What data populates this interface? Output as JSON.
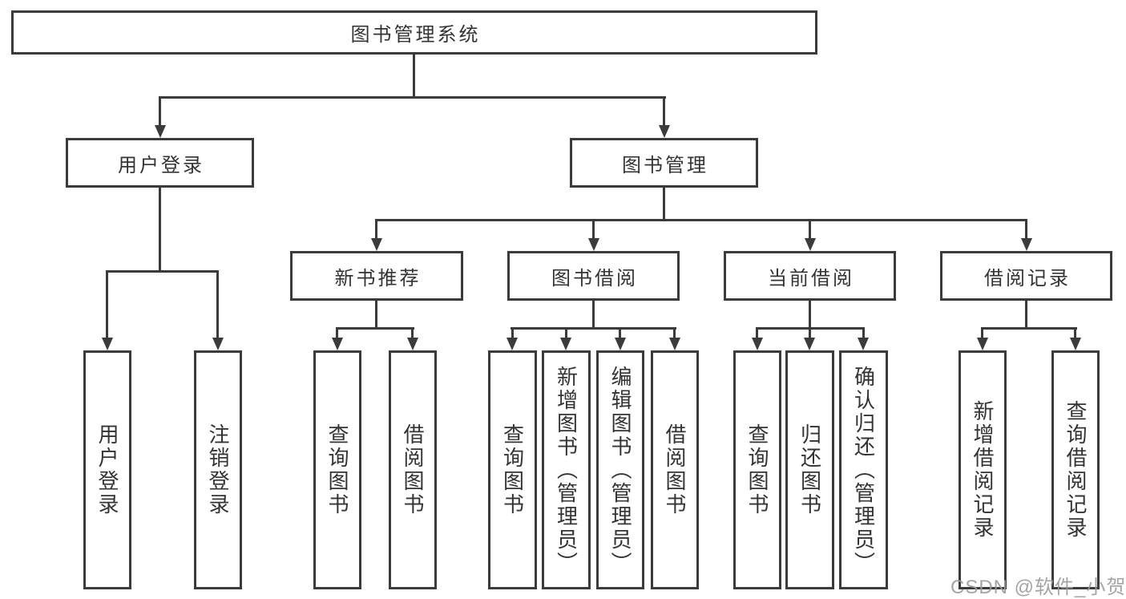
{
  "diagram": {
    "root_label": "图书管理系统",
    "level1": {
      "left": "用户登录",
      "right": "图书管理"
    },
    "level2": [
      "新书推荐",
      "图书借阅",
      "当前借阅",
      "借阅记录"
    ],
    "leaves": {
      "user": [
        "用户登录",
        "注销登录"
      ],
      "recommend": [
        "查询图书",
        "借阅图书"
      ],
      "borrow": [
        "查询图书",
        "新增图书（管理员）",
        "编辑图书（管理员）",
        "借阅图书"
      ],
      "current": [
        "查询图书",
        "归还图书",
        "确认归还（管理员）"
      ],
      "records": [
        "新增借阅记录",
        "查询借阅记录"
      ]
    },
    "watermark": "CSDN @软件_小贺同学",
    "colors": {
      "line": "#3b3b3b",
      "text": "#333333",
      "background": "#ffffff",
      "watermark": "#9b9b9b"
    }
  }
}
